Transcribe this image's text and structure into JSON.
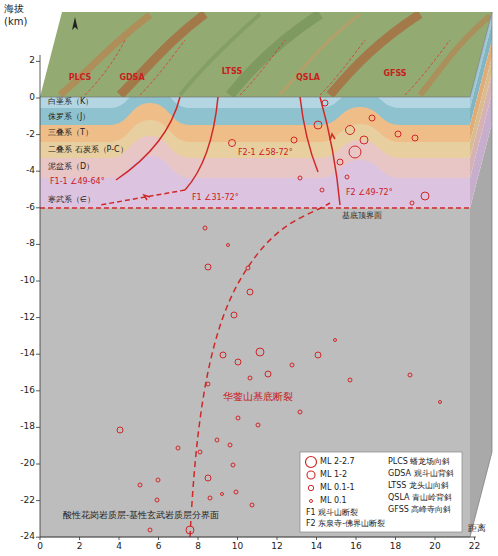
{
  "diagram": {
    "labels": [
      "海拔",
      "(km)",
      "2",
      "0",
      "-2",
      "-4",
      "-6",
      "-8",
      "-10",
      "-12",
      "-14",
      "-16",
      "-18",
      "-20",
      "-22",
      "-24",
      "0",
      "2",
      "4",
      "6",
      "8",
      "10",
      "12",
      "14",
      "16",
      "18",
      "20",
      "22",
      "距离",
      "PLCS",
      "GDSA",
      "LTSS",
      "QSLA",
      "GFSS",
      "白垩系（K）",
      "侏罗系（J）",
      "三叠系（T）",
      "二叠系 石炭系（P-C）",
      "泥盆系（D）",
      "寒武系（∈）",
      "F1-1 ∠49-64°",
      "F1 ∠31-72°",
      "F2-1 ∠58-72°",
      "F2 ∠49-72°",
      "基底顶界面",
      "华蓥山基底断裂",
      "酸性花岗岩质层-基性玄武岩质层分界面"
    ],
    "legend": [
      {
        "text": "ML 2-2.7"
      },
      {
        "text": "ML 1-2"
      },
      {
        "text": "ML 0.1-1"
      },
      {
        "text": "ML 0.1"
      },
      {
        "text": "F1 观斗山断裂"
      },
      {
        "text": "F2 东泉寺-佛界山断裂"
      },
      {
        "text": "PLCS 蟠龙场向斜"
      },
      {
        "text": "GDSA 观斗山背斜"
      },
      {
        "text": "LTSS 龙头山向斜"
      },
      {
        "text": "QSLA 青山岭背斜"
      },
      {
        "text": "GFSS 高峰寺向斜"
      }
    ]
  }
}
